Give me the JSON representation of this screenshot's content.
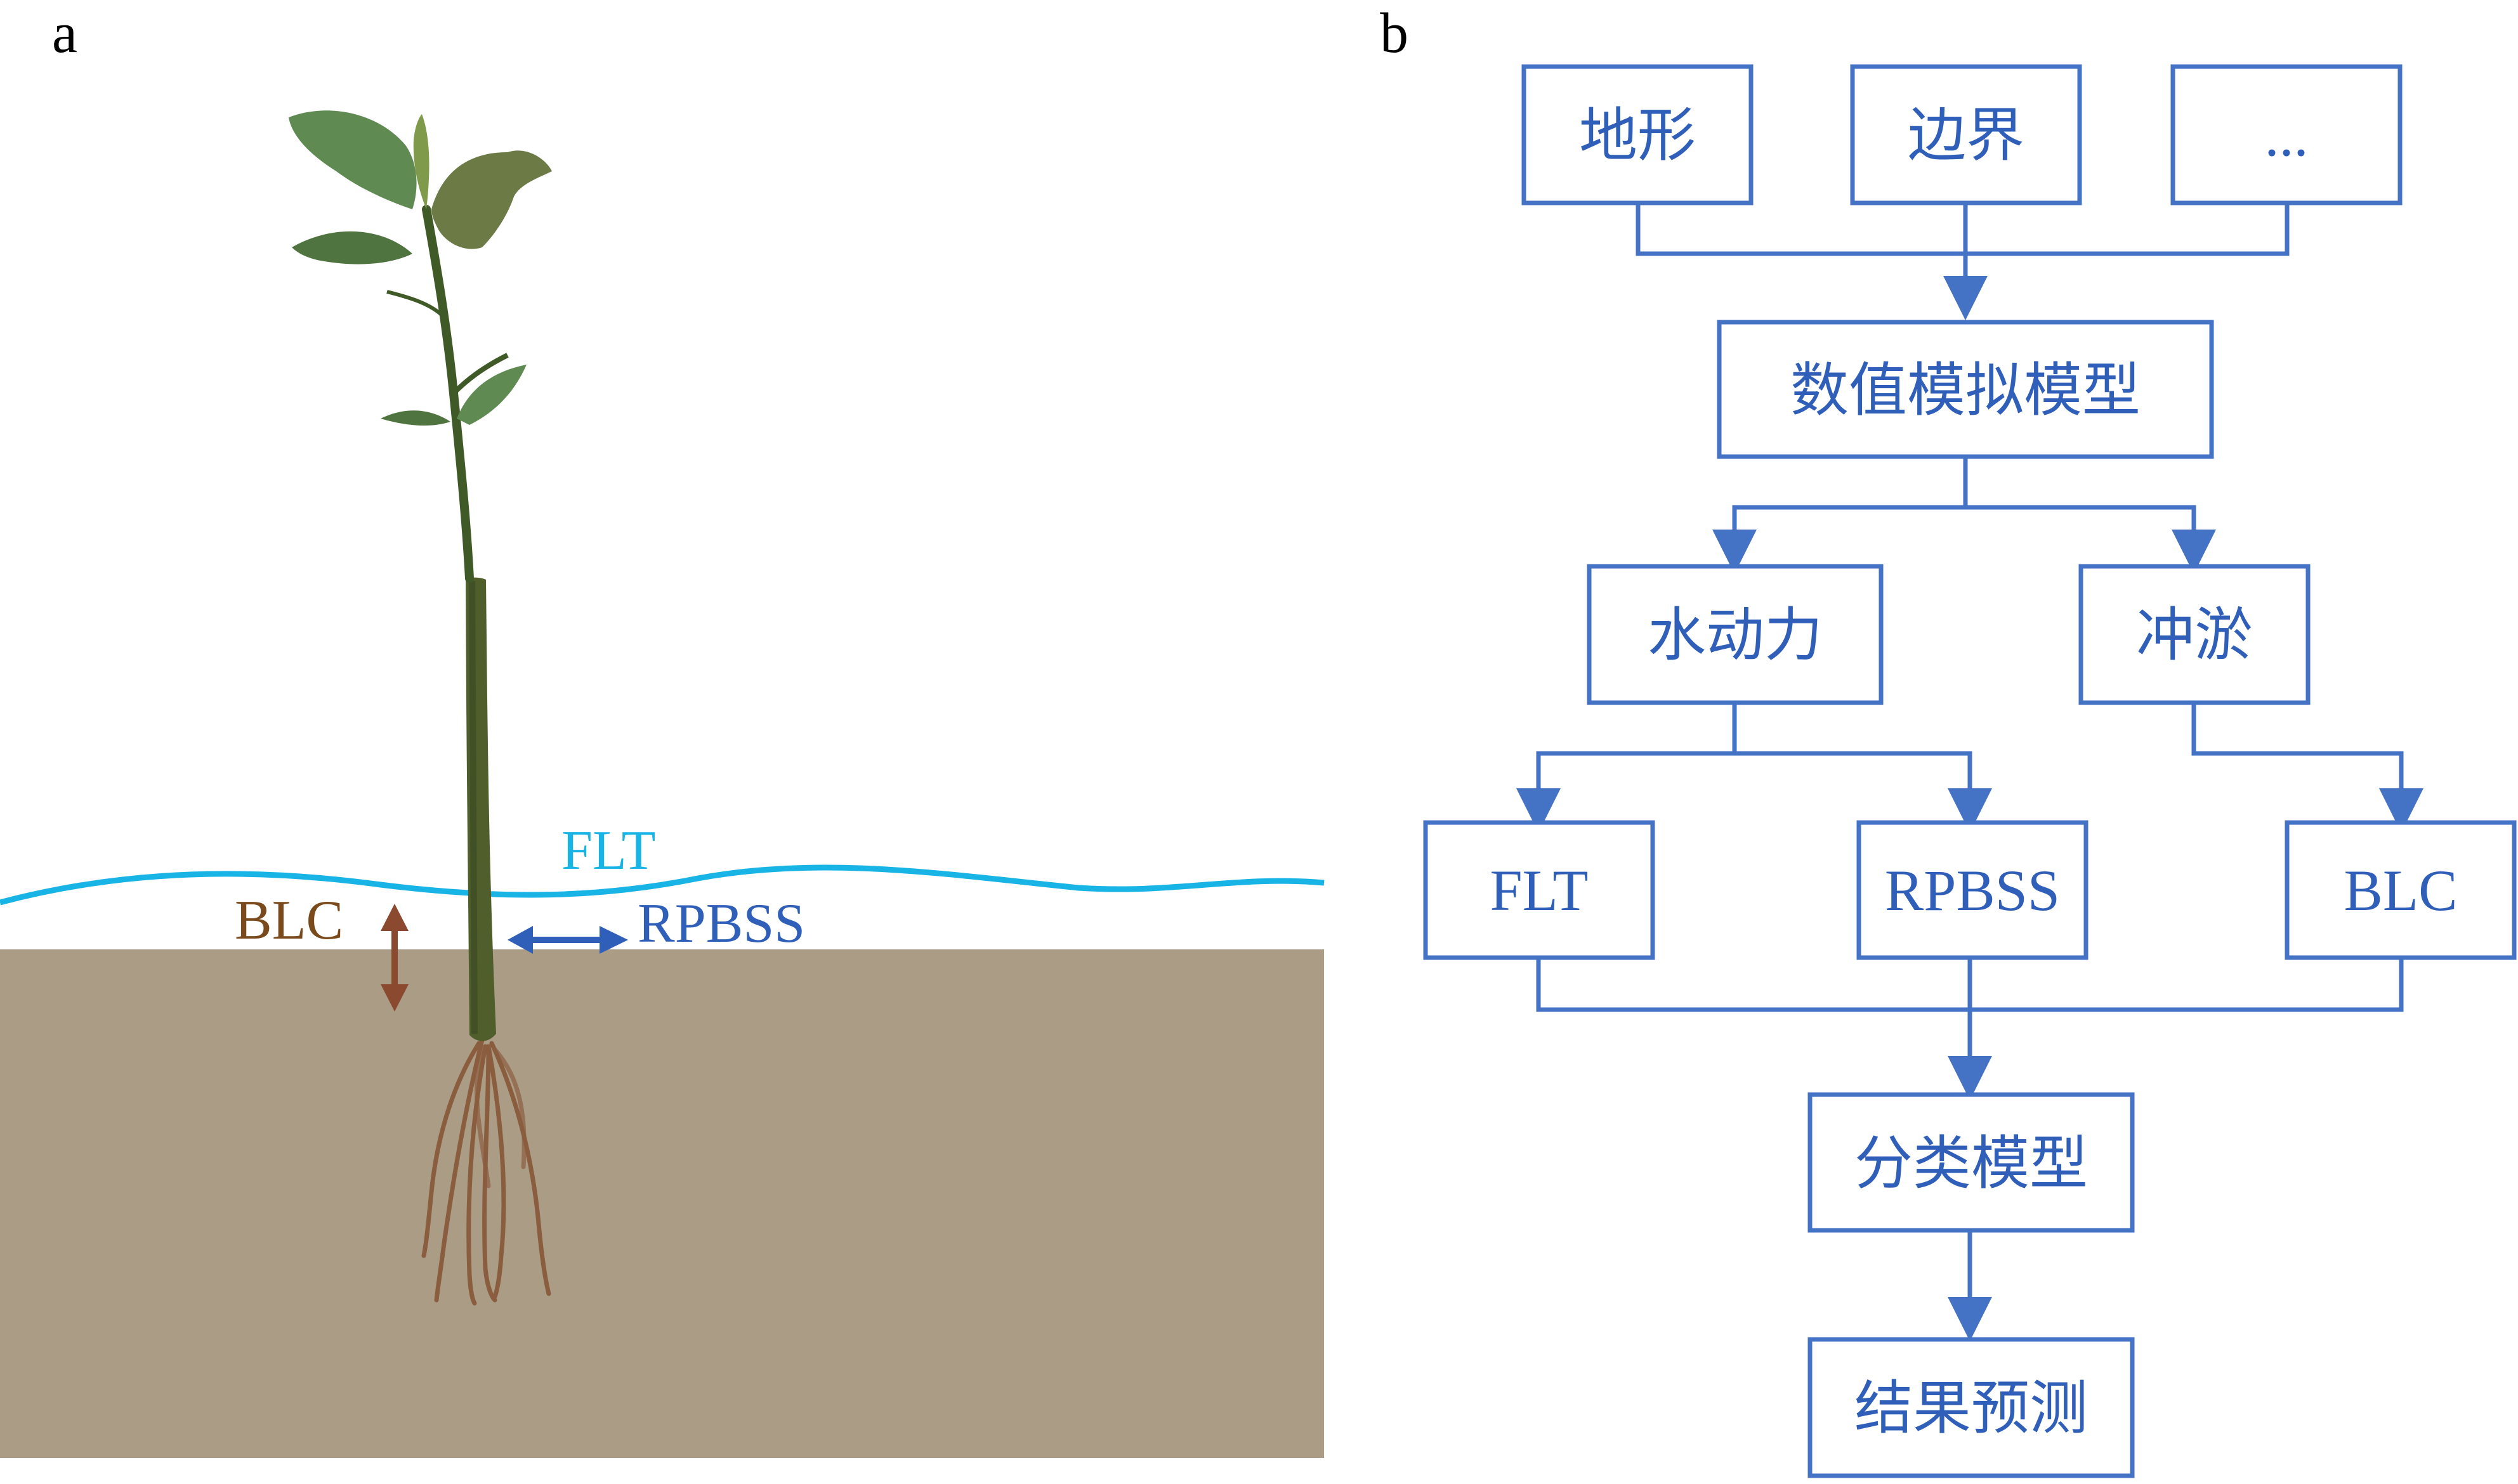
{
  "panel_a": {
    "label": "a",
    "annotations": {
      "flt": "FLT",
      "blc": "BLC",
      "rpbss": "RPBSS"
    },
    "colors": {
      "water_line": "#19b4e6",
      "soil": "#aa9c85",
      "stem_dark": "#3b4a22",
      "stem": "#4f5e2b",
      "leaf": "#5f8a52",
      "leaf_dark": "#4a6a3c",
      "leaf_brown": "#6c7a46",
      "root": "#8a5a3c",
      "blc_arrow": "#8b4a30",
      "blc_text": "#7a4a1c",
      "rpbss": "#2f5fb8",
      "flt_text": "#19b4e6"
    },
    "icons": [
      "mangrove-seedling-icon",
      "double-arrow-vertical-icon",
      "double-arrow-horizontal-icon"
    ]
  },
  "panel_b": {
    "label": "b",
    "flow_color": "#4472c4",
    "text_color": "#2f5fb8",
    "nodes": {
      "terrain": "地形",
      "boundary": "边界",
      "more": "...",
      "numerical_model": "数值模拟模型",
      "hydrodynamics": "水动力",
      "erosion_deposition": "冲淤",
      "flt": "FLT",
      "rpbss": "RPBSS",
      "blc": "BLC",
      "classification_model": "分类模型",
      "prediction": "结果预测"
    }
  }
}
